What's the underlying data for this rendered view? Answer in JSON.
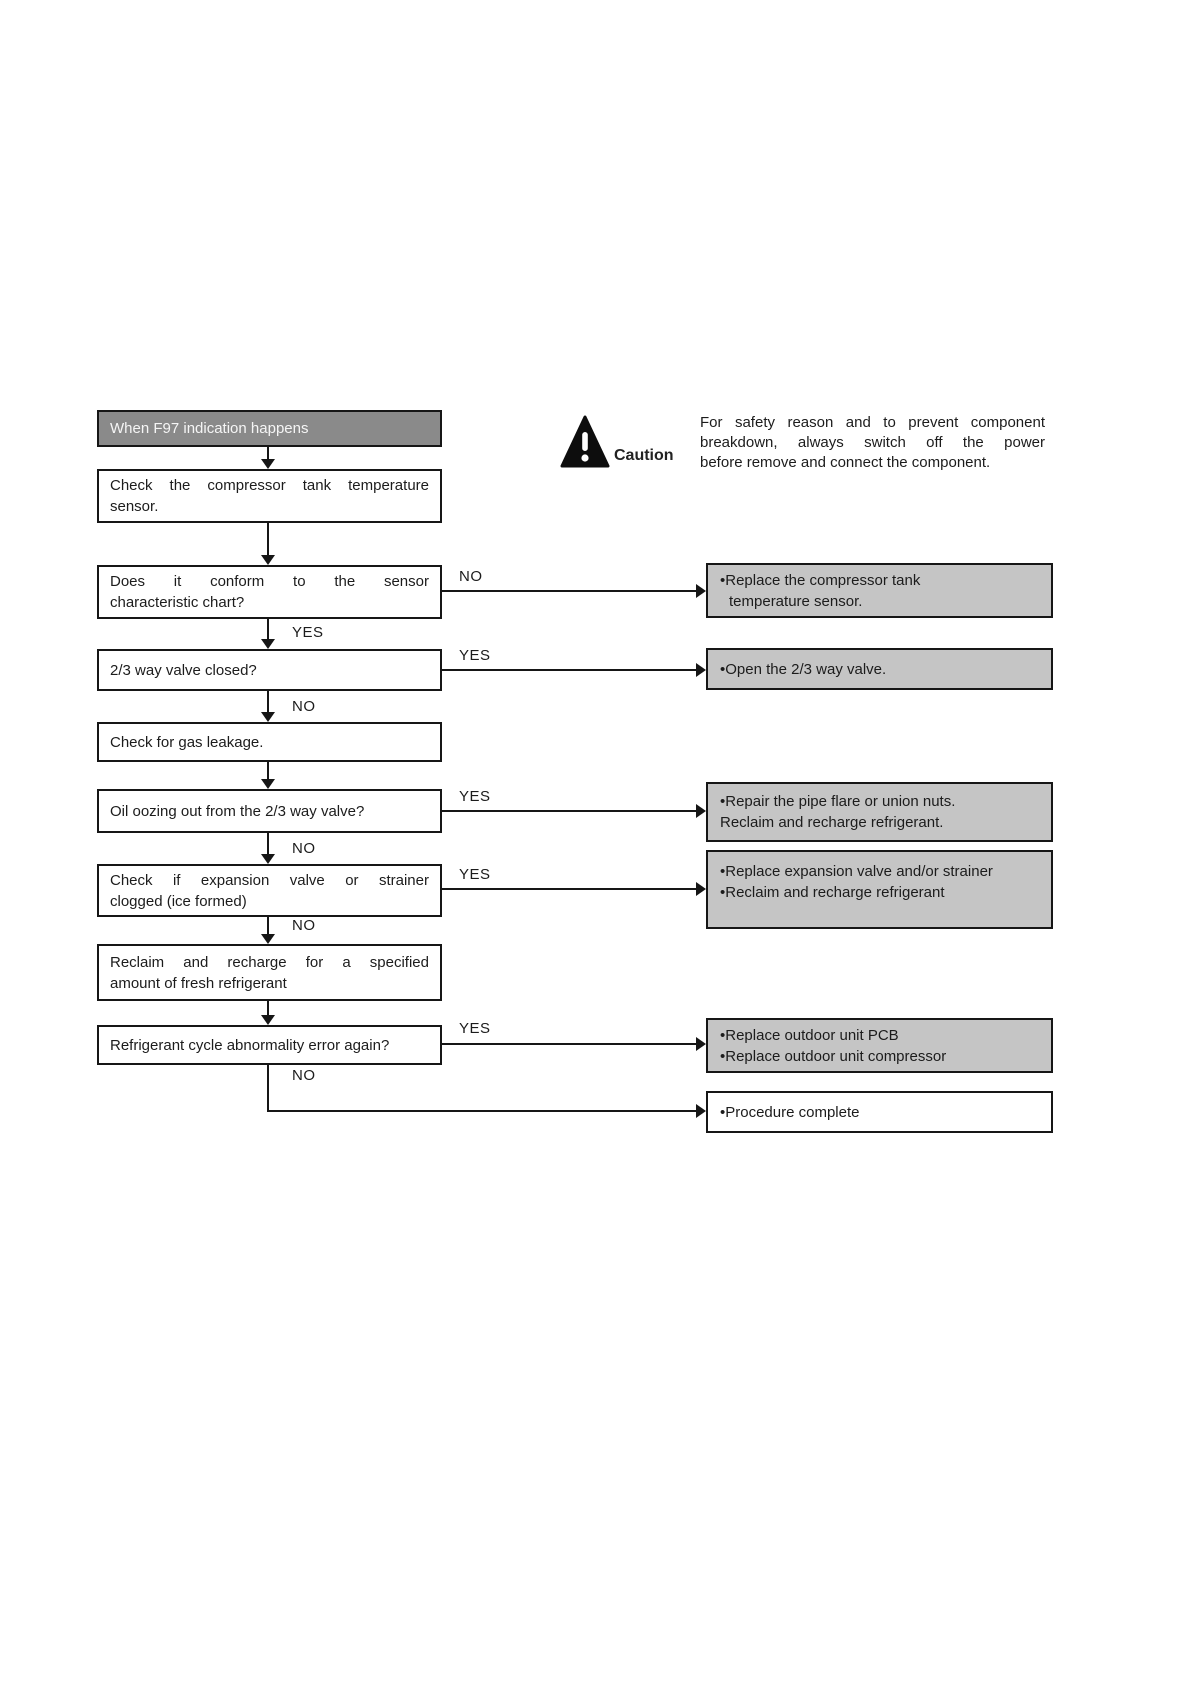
{
  "labels": {
    "yes": "YES",
    "no": "NO"
  },
  "caution": {
    "title": "Caution",
    "icon": "warning-triangle-icon",
    "lines": [
      "For safety reason and to prevent component",
      "breakdown, always switch off the power",
      "before remove and connect the component."
    ]
  },
  "flow": {
    "start": {
      "lines": [
        "When F97 indication happens"
      ]
    },
    "check_sensor": {
      "lines": [
        "Check the compressor tank temperature",
        "sensor."
      ]
    },
    "q_conform": {
      "lines": [
        "Does it conform to the sensor",
        "characteristic chart?"
      ]
    },
    "q_valve_closed": {
      "lines": [
        "2/3 way valve closed?"
      ]
    },
    "check_gas_leak": {
      "lines": [
        "Check for gas leakage."
      ]
    },
    "q_oil_oozing": {
      "lines": [
        "Oil oozing out from the 2/3 way valve?"
      ]
    },
    "q_expansion_clogged": {
      "lines": [
        "Check if expansion valve or strainer",
        "clogged (ice formed)"
      ]
    },
    "reclaim_recharge": {
      "lines": [
        "Reclaim and recharge for a specified",
        "amount of fresh refrigerant"
      ]
    },
    "q_error_again": {
      "lines": [
        "Refrigerant cycle abnormality error again?"
      ]
    }
  },
  "actions": {
    "replace_sensor": {
      "lines": [
        "•Replace the compressor tank",
        "temperature sensor."
      ]
    },
    "open_valve": {
      "lines": [
        "•Open the 2/3 way valve."
      ]
    },
    "repair_pipe": {
      "lines": [
        "•Repair the pipe flare or union nuts.",
        "Reclaim and recharge refrigerant."
      ]
    },
    "replace_expansion": {
      "lines": [
        "•Replace expansion valve and/or strainer",
        "•Reclaim and recharge refrigerant"
      ]
    },
    "replace_pcb": {
      "lines": [
        "•Replace outdoor unit PCB",
        "•Replace outdoor unit compressor"
      ]
    },
    "procedure_complete": {
      "lines": [
        "•Procedure complete"
      ]
    }
  },
  "colors": {
    "action_fill": "#c5c5c5",
    "header_fill": "#8a8a8a",
    "line": "#161616"
  }
}
